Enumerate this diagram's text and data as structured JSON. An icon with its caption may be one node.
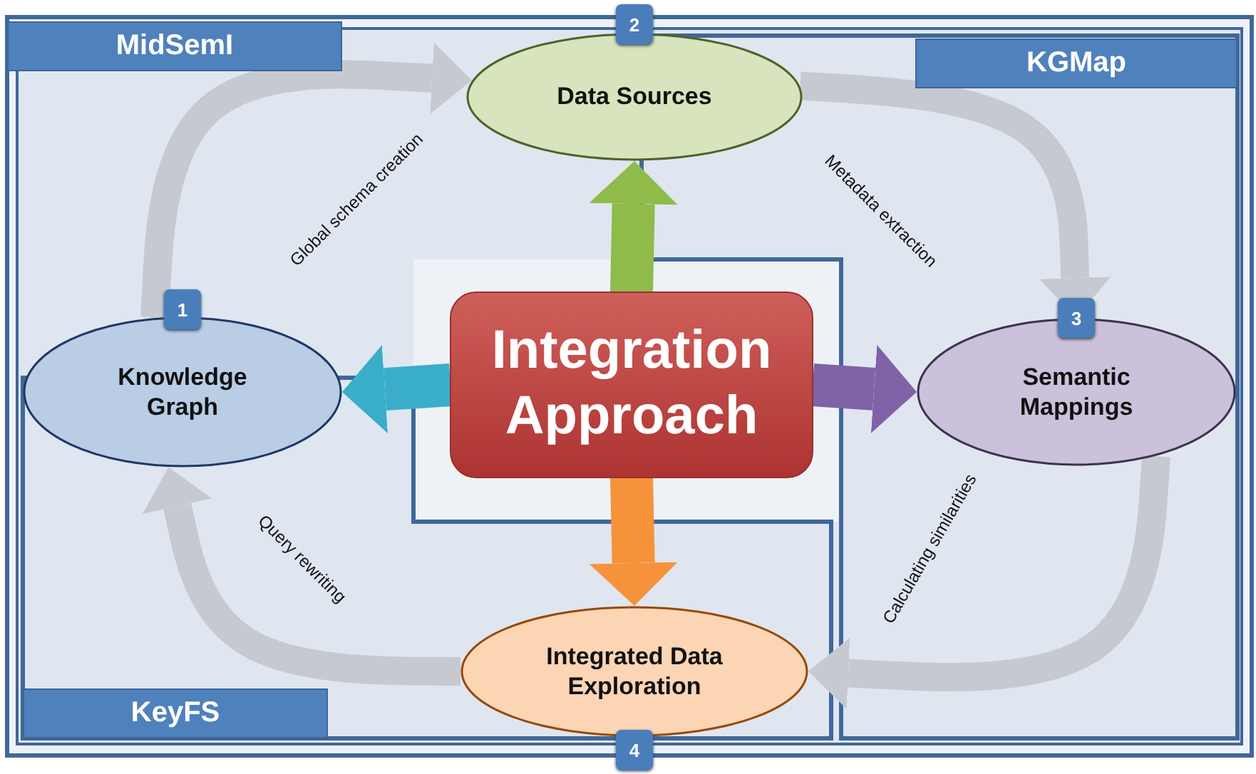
{
  "diagram": {
    "nodes": [
      {
        "text": [
          "MidSemI"
        ]
      },
      {
        "text": [
          "KGMap"
        ],
        "in": 0
      },
      {
        "text": [
          "KeyFS"
        ],
        "in": 0
      },
      {
        "text": [
          "Data Sources"
        ],
        "beside": [
          "2"
        ],
        "in": 0
      },
      {
        "text": [
          "Integration Approach"
        ],
        "in": 0
      },
      {
        "text": [
          "Knowledge Graph"
        ],
        "beside": [
          "1"
        ],
        "in": 0
      },
      {
        "text": [
          "Semantic Mappings"
        ],
        "beside": [
          "3"
        ],
        "in": 1
      },
      {
        "text": [
          "Integrated Data Exploration"
        ],
        "beside": [
          "4"
        ],
        "in": 2
      }
    ],
    "edges": [
      {
        "from": 4,
        "to": 3,
        "arrow": "to",
        "color": "#8fbb4a"
      },
      {
        "from": 4,
        "to": 5,
        "arrow": "to",
        "color": "#3aaec8"
      },
      {
        "from": 4,
        "to": 6,
        "arrow": "to",
        "color": "#8062a8"
      },
      {
        "from": 4,
        "to": 7,
        "arrow": "to",
        "color": "#f6933a"
      },
      {
        "from": 5,
        "to": 3,
        "arrow": "to",
        "label": "Global schema creation"
      },
      {
        "from": 3,
        "to": 6,
        "arrow": "to",
        "label": "Metadata extraction"
      },
      {
        "from": 6,
        "to": 7,
        "arrow": "to",
        "label": "Calculating similarities"
      },
      {
        "from": 7,
        "to": 5,
        "arrow": "to",
        "label": "Query rewriting"
      }
    ]
  }
}
